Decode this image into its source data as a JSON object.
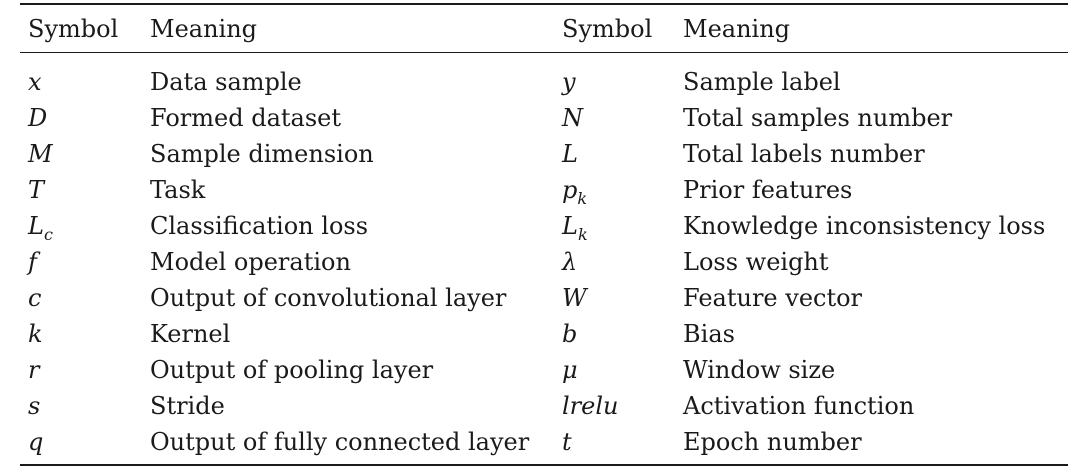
{
  "headers": {
    "symbol_left": "Symbol",
    "meaning_left": "Meaning",
    "symbol_right": "Symbol",
    "meaning_right": "Meaning"
  },
  "rows": [
    {
      "sym_l": "x",
      "sub_l": "",
      "mean_l": "Data sample",
      "sym_r": "y",
      "sub_r": "",
      "mean_r": "Sample label"
    },
    {
      "sym_l": "D",
      "sub_l": "",
      "mean_l": "Formed dataset",
      "sym_r": "N",
      "sub_r": "",
      "mean_r": "Total samples number"
    },
    {
      "sym_l": "M",
      "sub_l": "",
      "mean_l": "Sample dimension",
      "sym_r": "L",
      "sub_r": "",
      "mean_r": "Total labels number"
    },
    {
      "sym_l": "T",
      "sub_l": "",
      "mean_l": "Task",
      "sym_r": "p",
      "sub_r": "k",
      "mean_r": "Prior features"
    },
    {
      "sym_l": "L",
      "sub_l": "c",
      "mean_l": "Classification loss",
      "sym_r": "L",
      "sub_r": "k",
      "mean_r": "Knowledge inconsistency loss"
    },
    {
      "sym_l": "f",
      "sub_l": "",
      "mean_l": "Model operation",
      "sym_r": "λ",
      "sub_r": "",
      "mean_r": "Loss weight"
    },
    {
      "sym_l": "c",
      "sub_l": "",
      "mean_l": "Output of convolutional layer",
      "sym_r": "W",
      "sub_r": "",
      "mean_r": "Feature vector"
    },
    {
      "sym_l": "k",
      "sub_l": "",
      "mean_l": "Kernel",
      "sym_r": "b",
      "sub_r": "",
      "mean_r": "Bias"
    },
    {
      "sym_l": "r",
      "sub_l": "",
      "mean_l": "Output of pooling layer",
      "sym_r": "μ",
      "sub_r": "",
      "mean_r": "Window size"
    },
    {
      "sym_l": "s",
      "sub_l": "",
      "mean_l": "Stride",
      "sym_r": "lrelu",
      "sub_r": "",
      "mean_r": "Activation function"
    },
    {
      "sym_l": "q",
      "sub_l": "",
      "mean_l": "Output of fully connected layer",
      "sym_r": "t",
      "sub_r": "",
      "mean_r": "Epoch number"
    }
  ]
}
